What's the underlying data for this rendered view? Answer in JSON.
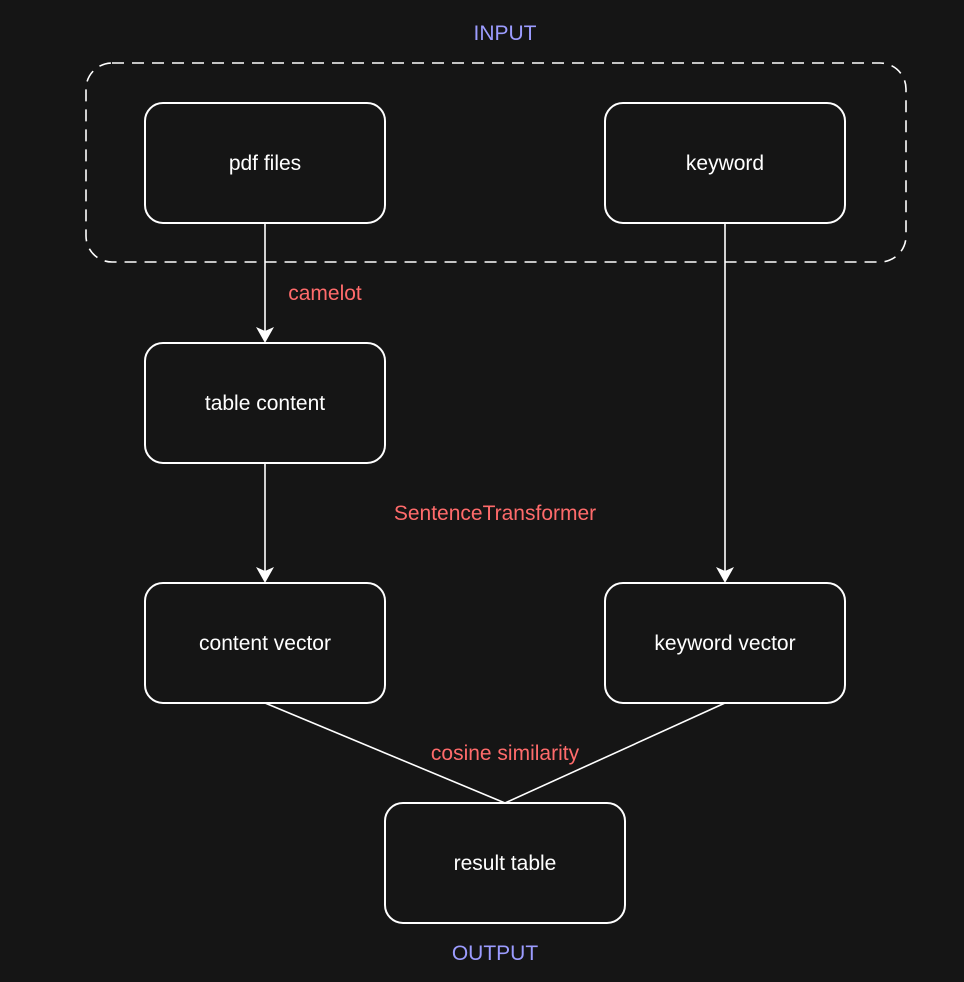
{
  "diagram": {
    "group_label": "INPUT",
    "output_label": "OUTPUT",
    "nodes": {
      "pdf_files": "pdf files",
      "keyword": "keyword",
      "table_content": "table content",
      "content_vector": "content vector",
      "keyword_vector": "keyword vector",
      "result_table": "result table"
    },
    "edge_labels": {
      "camelot": "camelot",
      "sentence_transformer": "SentenceTransformer",
      "cosine_similarity": "cosine similarity"
    },
    "edges": [
      {
        "from": "pdf files",
        "to": "table content",
        "label": "camelot"
      },
      {
        "from": "table content",
        "to": "content vector",
        "label": "SentenceTransformer"
      },
      {
        "from": "keyword",
        "to": "keyword vector",
        "label": ""
      },
      {
        "from": "content vector",
        "to": "result table",
        "label": "cosine similarity"
      },
      {
        "from": "keyword vector",
        "to": "result table",
        "label": "cosine similarity"
      }
    ],
    "colors": {
      "background": "#151515",
      "stroke": "#ffffff",
      "node_text": "#ffffff",
      "edge_label": "#ff6b6b",
      "group_label": "#9c9cff"
    }
  }
}
